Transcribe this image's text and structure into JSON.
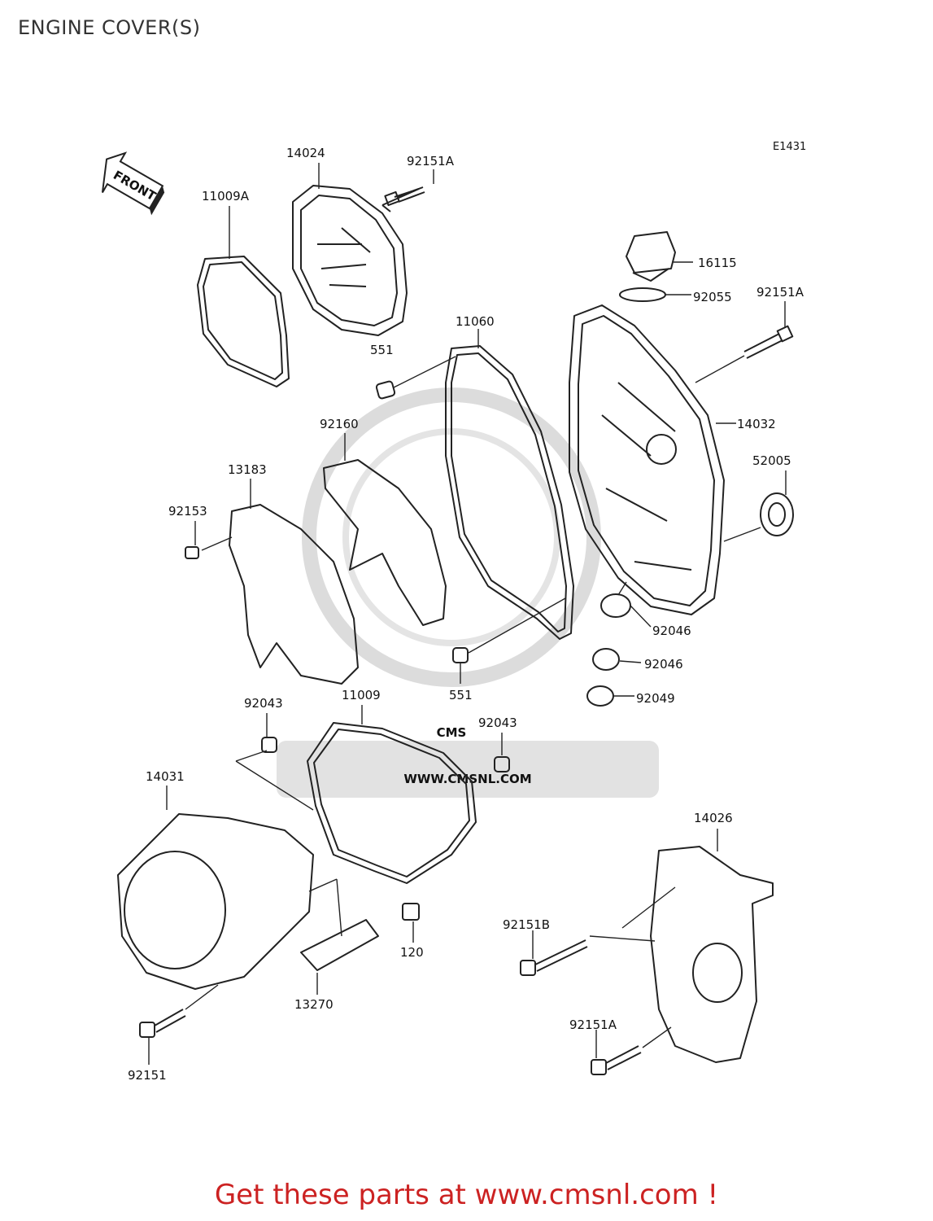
{
  "page_title": "ENGINE COVER(S)",
  "diagram_code": "E1431",
  "front_arrow_label": "FRONT",
  "watermark": {
    "logo_text": "CMS",
    "url_text": "WWW.CMSNL.COM"
  },
  "footer": {
    "text": "Get these parts at www.cmsnl.com !",
    "color": "#cc2222"
  },
  "colors": {
    "line": "#222222",
    "watermark": "#d8d8d8"
  },
  "part_labels": [
    {
      "id": "14024",
      "text": "14024"
    },
    {
      "id": "92151A-top",
      "text": "92151A"
    },
    {
      "id": "11009A",
      "text": "11009A"
    },
    {
      "id": "16115",
      "text": "16115"
    },
    {
      "id": "92055",
      "text": "92055"
    },
    {
      "id": "92151A-right",
      "text": "92151A"
    },
    {
      "id": "11060",
      "text": "11060"
    },
    {
      "id": "551-top",
      "text": "551"
    },
    {
      "id": "14032",
      "text": "14032"
    },
    {
      "id": "92160",
      "text": "92160"
    },
    {
      "id": "52005",
      "text": "52005"
    },
    {
      "id": "13183",
      "text": "13183"
    },
    {
      "id": "92153",
      "text": "92153"
    },
    {
      "id": "92046-a",
      "text": "92046"
    },
    {
      "id": "92046-b",
      "text": "92046"
    },
    {
      "id": "551-bottom",
      "text": "551"
    },
    {
      "id": "92049",
      "text": "92049"
    },
    {
      "id": "92043-left",
      "text": "92043"
    },
    {
      "id": "11009",
      "text": "11009"
    },
    {
      "id": "92043-right",
      "text": "92043"
    },
    {
      "id": "14031",
      "text": "14031"
    },
    {
      "id": "14026",
      "text": "14026"
    },
    {
      "id": "120",
      "text": "120"
    },
    {
      "id": "92151B",
      "text": "92151B"
    },
    {
      "id": "13270",
      "text": "13270"
    },
    {
      "id": "92151A-bottom",
      "text": "92151A"
    },
    {
      "id": "92151",
      "text": "92151"
    }
  ]
}
